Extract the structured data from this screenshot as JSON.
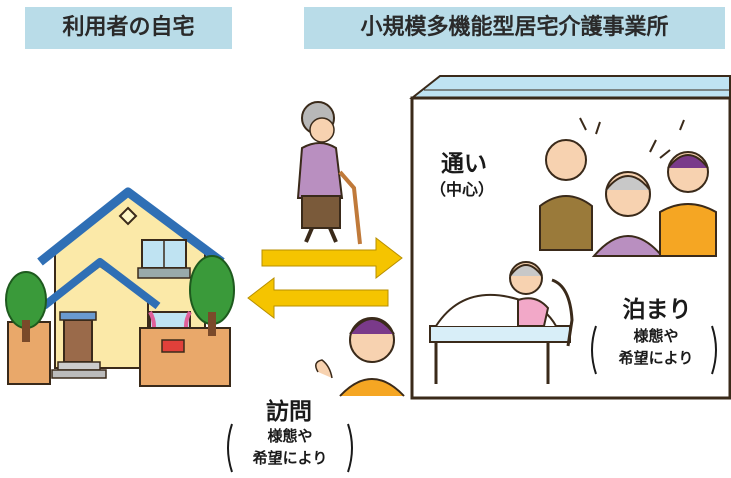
{
  "home": {
    "label": "利用者の自宅"
  },
  "facility": {
    "label": "小規模多機能型居宅介護事業所",
    "day_service": {
      "title": "通い",
      "note": "（中心）"
    },
    "stay": {
      "title": "泊まり",
      "note_line1": "様態や",
      "note_line2": "希望により"
    }
  },
  "visit": {
    "title": "訪問",
    "note_line1": "様態や",
    "note_line2": "希望により"
  },
  "colors": {
    "label_bg": "#b9dce8",
    "arrow": "#f5c400",
    "roof": "#2f6fb5",
    "house_wall": "#fbe9a8",
    "wall": "#e9a86a",
    "tree": "#3a9a3a"
  }
}
